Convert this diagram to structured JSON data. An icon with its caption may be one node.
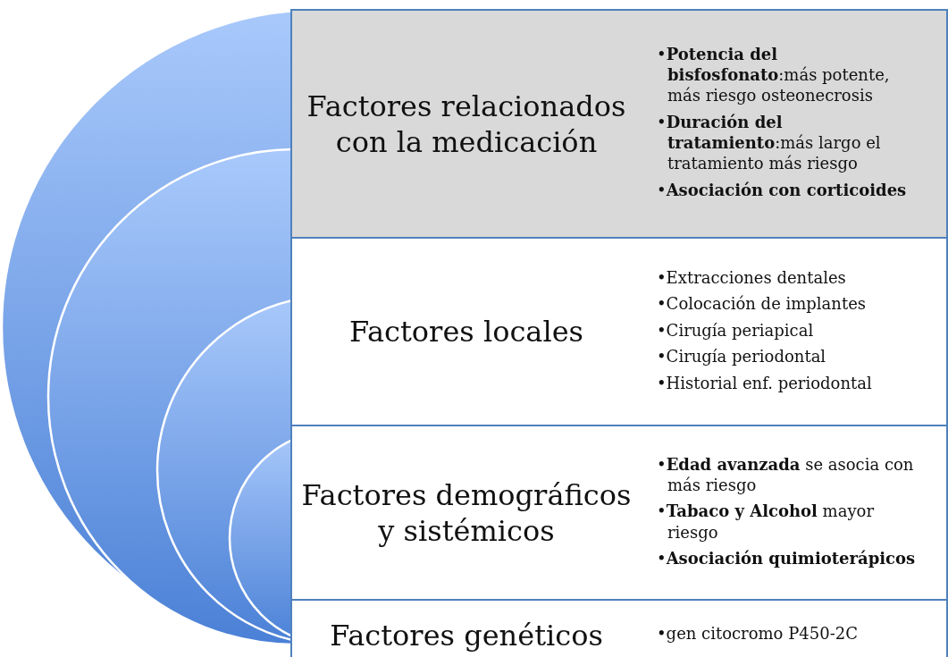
{
  "diagram": {
    "nodes": [
      {
        "text": [],
        "shape": "circle"
      },
      {
        "text": [],
        "shape": "circle",
        "in": 0
      },
      {
        "text": [],
        "shape": "circle",
        "in": 1
      },
      {
        "text": [],
        "shape": "circle",
        "in": 2
      },
      {
        "text": [
          "Factores relacionados con la medicación",
          "•**Potencia del bisfosfonato**:más potente, más riesgo osteonecrosis",
          "•**Duración del tratamiento**:más largo el tratamiento más riesgo",
          "•**Asociación con corticoides**"
        ]
      },
      {
        "text": [
          "Factores locales",
          "•Extracciones dentales",
          "•Colocación de implantes",
          "•Cirugía periapical",
          "•Cirugía periodontal",
          "•Historial enf. periodontal"
        ]
      },
      {
        "text": [
          "Factores demográficos y sistémicos",
          "•**Edad avanzada** se asocia con más riesgo",
          "•**Tabaco y Alcohol** mayor riesgo",
          "•**Asociación quimioterápicos**"
        ]
      },
      {
        "text": [
          "Factores genéticos",
          "•gen citocromo P450-2C"
        ]
      }
    ],
    "edges": []
  }
}
